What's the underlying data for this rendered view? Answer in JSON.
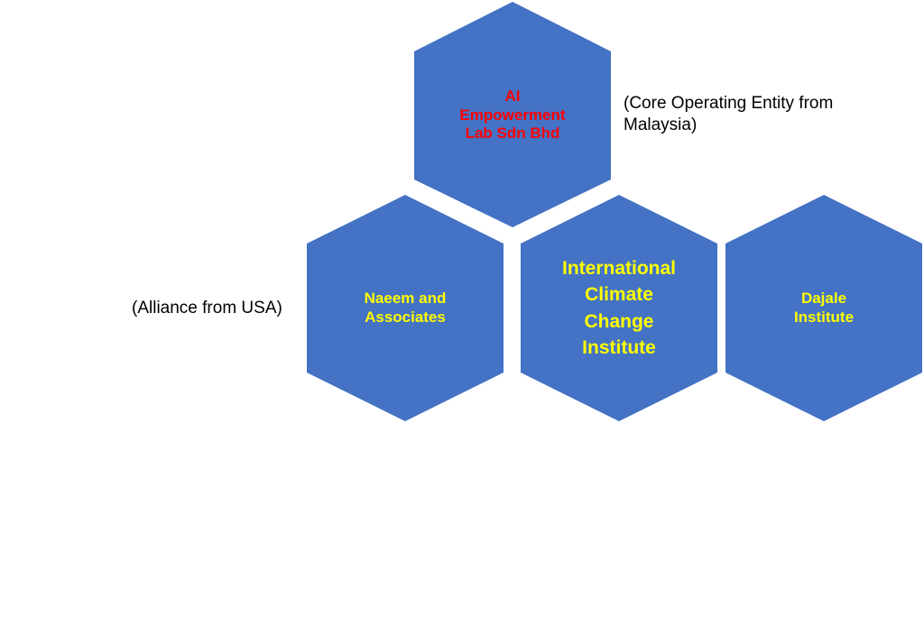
{
  "colors": {
    "hex_fill": "#4472C4",
    "core_text": "#FF0000",
    "partner_text": "#FFFF00"
  },
  "core": {
    "name_lines": [
      "AI",
      "Empowerment",
      "Lab Sdn Bhd"
    ],
    "note_lines": [
      "(Core Operating Entity from",
      "Malaysia)"
    ]
  },
  "partners": [
    {
      "name_lines": [
        "Naeem and",
        "Associates"
      ],
      "note": "(Alliance from USA)"
    },
    {
      "name_lines": [
        "International",
        "Climate",
        "Change",
        "Institute"
      ]
    },
    {
      "name_lines": [
        "Dajale",
        "Institute"
      ]
    }
  ]
}
